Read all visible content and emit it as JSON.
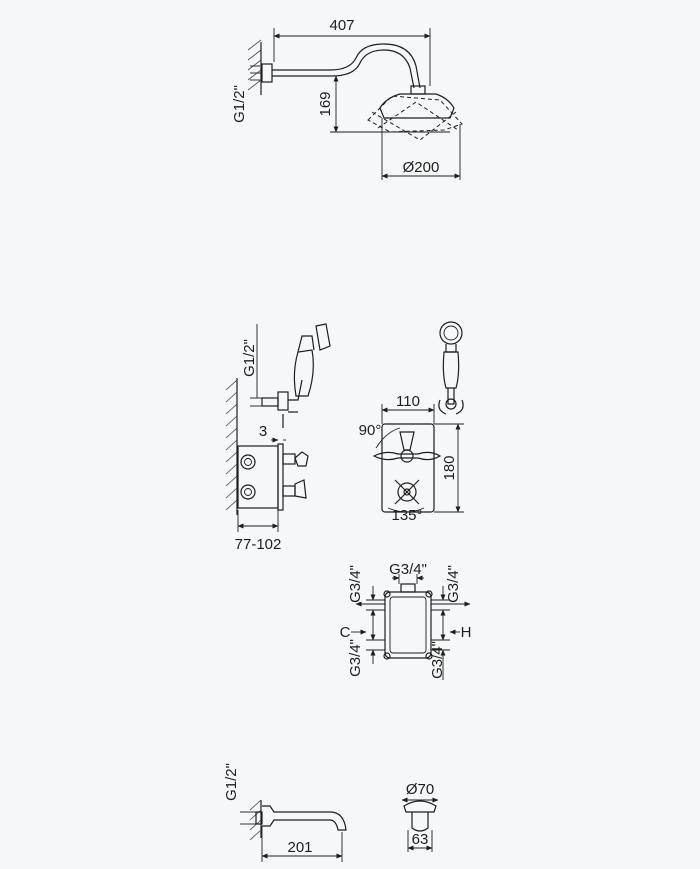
{
  "shower_head": {
    "arm_length": "407",
    "drop_height": "169",
    "head_diameter": "Ø200",
    "connection": "G1/2\""
  },
  "hand_shower": {
    "connection": "G1/2\"",
    "wall_offset": "3",
    "depth_range": "77-102",
    "plate_width": "110",
    "plate_height": "180",
    "lever_angle": "90°",
    "handle_angle": "135°"
  },
  "valve_body": {
    "top_port": "G3/4\"",
    "left_top_port": "G3/4\"",
    "left_bottom_port": "G3/4\"",
    "right_top_port": "G3/4\"",
    "right_bottom_port": "G3/4\"",
    "cold_label": "C",
    "hot_label": "H"
  },
  "spout": {
    "connection": "G1/2\"",
    "length": "201",
    "diameter": "Ø70",
    "depth": "63"
  }
}
